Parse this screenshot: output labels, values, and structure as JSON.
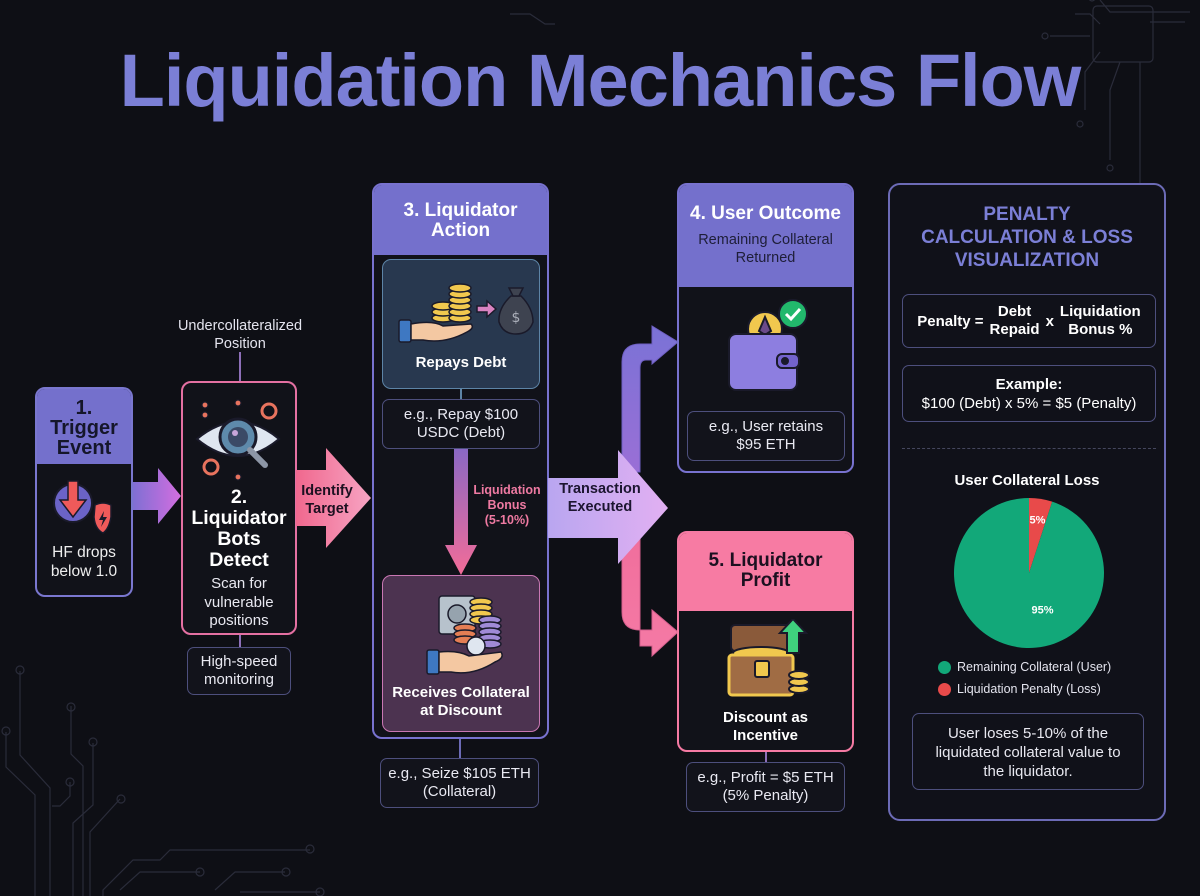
{
  "title": "Liquidation Mechanics Flow",
  "colors": {
    "background": "#0e0f15",
    "accent_purple": "#7470cc",
    "accent_pink": "#f77ba3",
    "pie_green": "#12a879",
    "pie_red": "#e84a4a"
  },
  "steps": {
    "trigger": {
      "title_line1": "1.",
      "title_line2": "Trigger",
      "title_line3": "Event",
      "icon": "health-factor-drop-icon",
      "desc_line1": "HF drops",
      "desc_line2": "below 1.0"
    },
    "detect": {
      "above_label_line1": "Undercollateralized",
      "above_label_line2": "Position",
      "icon": "eye-scan-icon",
      "title_line1": "2.",
      "title_line2": "Liquidator",
      "title_line3": "Bots",
      "title_line4": "Detect",
      "desc_line1": "Scan for",
      "desc_line2": "vulnerable",
      "desc_line3": "positions",
      "note_line1": "High-speed",
      "note_line2": "monitoring"
    },
    "identify_arrow": {
      "line1": "Identify",
      "line2": "Target"
    },
    "action": {
      "title_line1": "3. Liquidator",
      "title_line2": "Action",
      "repay_label": "Repays Debt",
      "repay_note_line1": "e.g., Repay $100",
      "repay_note_line2": "USDC (Debt)",
      "bonus_line1": "Liquidation",
      "bonus_line2": "Bonus",
      "bonus_line3": "(5-10%)",
      "collateral_label_line1": "Receives Collateral",
      "collateral_label_line2": "at Discount",
      "seize_note_line1": "e.g., Seize $105 ETH",
      "seize_note_line2": "(Collateral)"
    },
    "transaction_arrow": {
      "line1": "Transaction",
      "line2": "Executed"
    },
    "user_outcome": {
      "title": "4. User Outcome",
      "subtitle_line1": "Remaining Collateral",
      "subtitle_line2": "Returned",
      "note_line1": "e.g., User retains",
      "note_line2": "$95 ETH"
    },
    "liquidator_profit": {
      "title_line1": "5. Liquidator",
      "title_line2": "Profit",
      "label_line1": "Discount as",
      "label_line2": "Incentive",
      "note_line1": "e.g., Profit = $5 ETH",
      "note_line2": "(5% Penalty)"
    }
  },
  "panel": {
    "title_line1": "PENALTY",
    "title_line2": "CALCULATION & LOSS",
    "title_line3": "VISUALIZATION",
    "formula": {
      "lhs": "Penalty =",
      "term1_line1": "Debt",
      "term1_line2": "Repaid",
      "operator": "x",
      "term2_line1": "Liquidation",
      "term2_line2": "Bonus %"
    },
    "example_label": "Example:",
    "example_text": "$100 (Debt) x 5% = $5 (Penalty)",
    "loss_note_line1": "User loses 5-10% of the",
    "loss_note_line2": "liquidated collateral value to",
    "loss_note_line3": "the liquidator."
  },
  "chart_data": {
    "type": "pie",
    "title": "User Collateral Loss",
    "categories": [
      "Remaining Collateral (User)",
      "Liquidation Penalty (Loss)"
    ],
    "values": [
      95,
      5
    ],
    "labels": [
      "95%",
      "5%"
    ],
    "colors": [
      "#12a879",
      "#e84a4a"
    ],
    "legend": "bottom"
  }
}
